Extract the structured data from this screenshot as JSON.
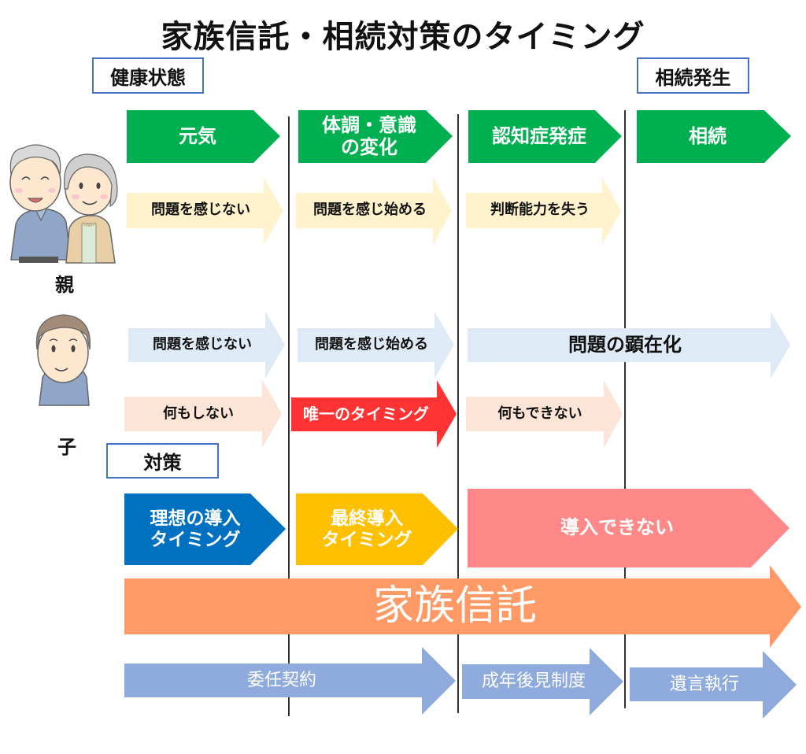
{
  "title": "家族信託・相続対策のタイミング",
  "labels": {
    "health": "健康状態",
    "inheritance_occurs": "相続発生",
    "measures": "対策",
    "parent": "親",
    "child": "子"
  },
  "colors": {
    "green": "#00B050",
    "parent_arrow": "#FFF2CC",
    "child_arrow_blue": "#DEEAF6",
    "child_arrow_peach": "#FCE4D6",
    "red": "#FF3333",
    "blue": "#0070C0",
    "yellow": "#FFC000",
    "pink": "#FF8989",
    "orange": "#FF9966",
    "periwinkle": "#8FAADC",
    "box_border": "#4472C4"
  },
  "stages": [
    {
      "label": "元気"
    },
    {
      "label": "体調・意識\nの変化"
    },
    {
      "label": "認知症発症"
    },
    {
      "label": "相続"
    }
  ],
  "parent_row": [
    {
      "label": "問題を感じない"
    },
    {
      "label": "問題を感じ始める"
    },
    {
      "label": "判断能力を失う"
    }
  ],
  "child_awareness_row": [
    {
      "label": "問題を感じない"
    },
    {
      "label": "問題を感じ始める"
    },
    {
      "label": "問題の顕在化"
    }
  ],
  "child_action_row": [
    {
      "label": "何もしない"
    },
    {
      "label": "唯一のタイミング"
    },
    {
      "label": "何もできない"
    }
  ],
  "measures_row": [
    {
      "label": "理想の導入\nタイミング"
    },
    {
      "label": "最終導入\nタイミング"
    },
    {
      "label": "導入できない"
    }
  ],
  "family_trust": {
    "label": "家族信託"
  },
  "legal_row": [
    {
      "label": "委任契約"
    },
    {
      "label": "成年後見制度"
    },
    {
      "label": "遺言執行"
    }
  ],
  "icons": {
    "parents": "elderly-couple-illustration",
    "child": "middle-aged-man-illustration"
  }
}
